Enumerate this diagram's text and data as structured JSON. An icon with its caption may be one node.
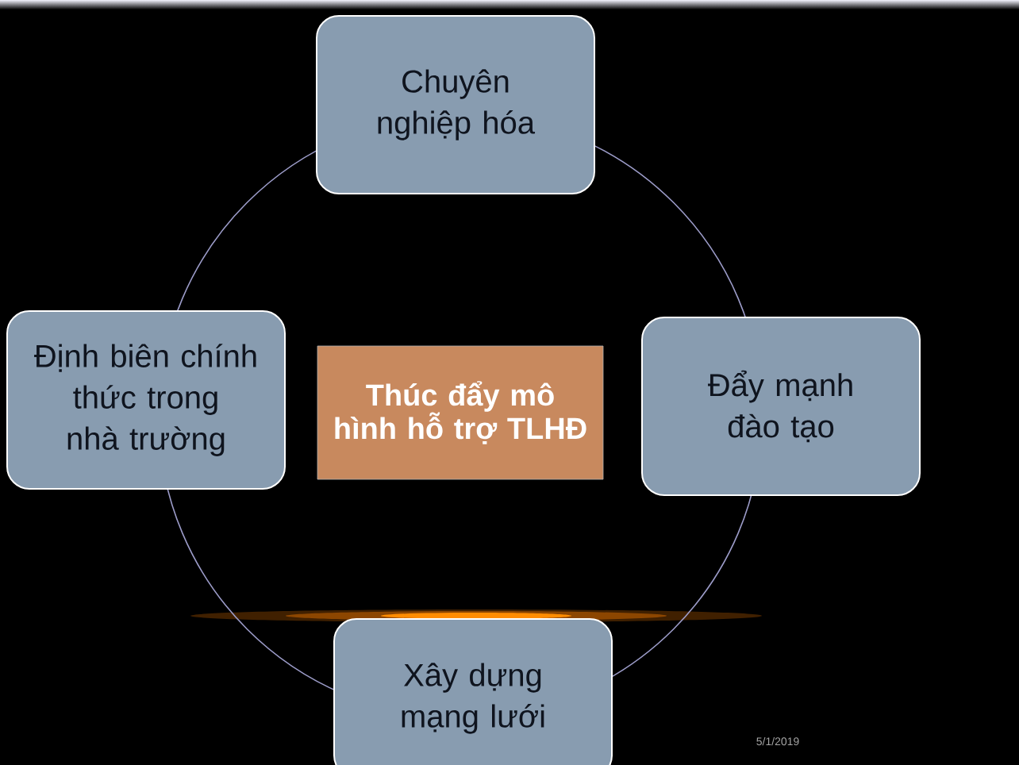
{
  "diagram": {
    "nodes": [
      {
        "text": [
          "Thúc đẩy mô hình hỗ trợ TLHĐ"
        ]
      },
      {
        "text": [
          "Chuyên nghiệp hóa"
        ]
      },
      {
        "text": [
          "Đẩy mạnh đào tạo"
        ]
      },
      {
        "text": [
          "Xây dựng mạng lưới"
        ]
      },
      {
        "text": [
          "Định biên chính thức trong nhà trường"
        ]
      }
    ],
    "labels": [
      "5/1/2019"
    ]
  }
}
